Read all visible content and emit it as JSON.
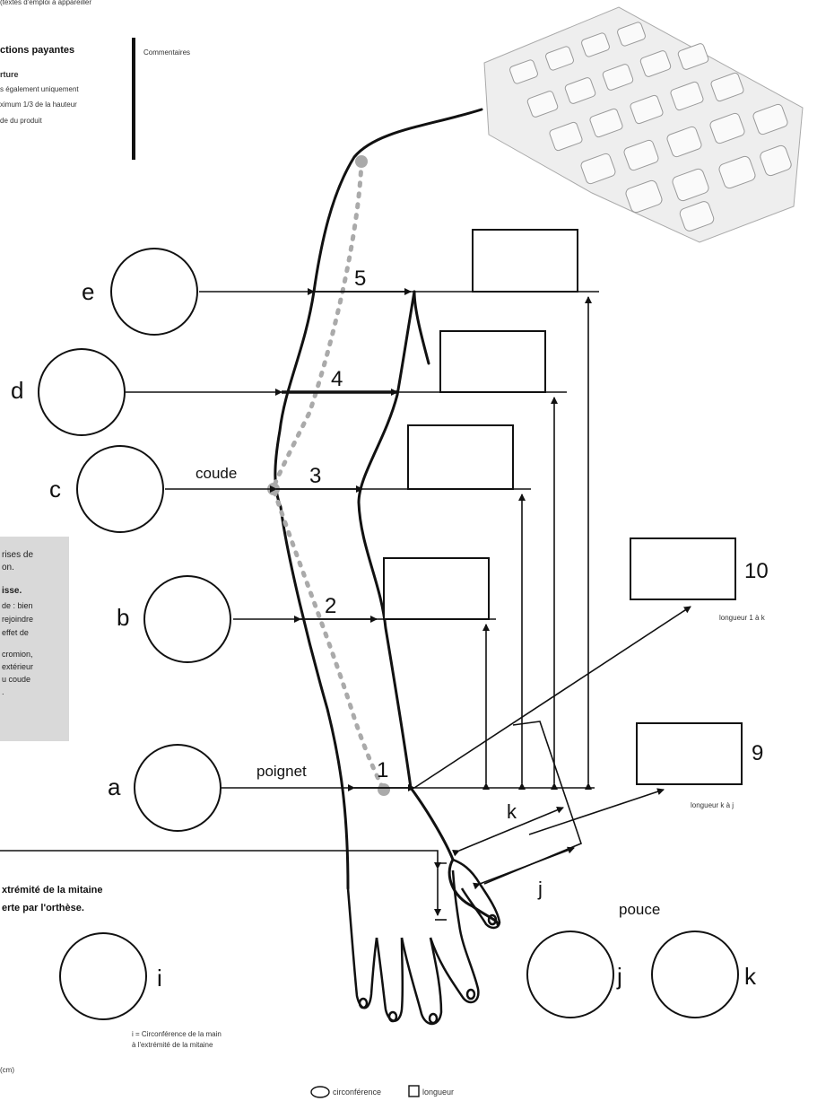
{
  "header": {
    "top_fragment": "(textes d'emploi à appareiller",
    "options_title": "ctions payantes",
    "comments_label": "Commentaires",
    "option_name": "rture",
    "option_line1": "s également uniquement",
    "option_line2": "ximum 1/3 de la hauteur",
    "option_line3": "de du produit"
  },
  "left_notes": {
    "line1": "rises de",
    "line2": "on.",
    "line3": "isse.",
    "line4": "de : bien",
    "line5": "rejoindre",
    "line6": "effet de",
    "line7": "cromion,",
    "line8": "extérieur",
    "line9": "u coude",
    "line10": "."
  },
  "mitten_note": {
    "line1": "xtrémité de la mitaine",
    "line2": "erte par l'orthèse."
  },
  "circles": {
    "a": "a",
    "b": "b",
    "c": "c",
    "d": "d",
    "e": "e",
    "i": "i",
    "j": "j",
    "k": "k"
  },
  "levels": {
    "n1": "1",
    "n2": "2",
    "n3": "3",
    "n4": "4",
    "n5": "5",
    "n9": "9",
    "n10": "10"
  },
  "labels": {
    "coude": "coude",
    "poignet": "poignet",
    "pouce": "pouce",
    "k_measure": "k",
    "j_measure": "j",
    "length_1k": "longueur 1 à k",
    "length_kj": "longueur k à j",
    "i_caption_1": "i = Circonférence de la main",
    "i_caption_2": "à l'extrémité de la mitaine",
    "bottom_unit": "(cm)"
  },
  "legend": {
    "circumference": "circonférence",
    "length": "longueur"
  }
}
